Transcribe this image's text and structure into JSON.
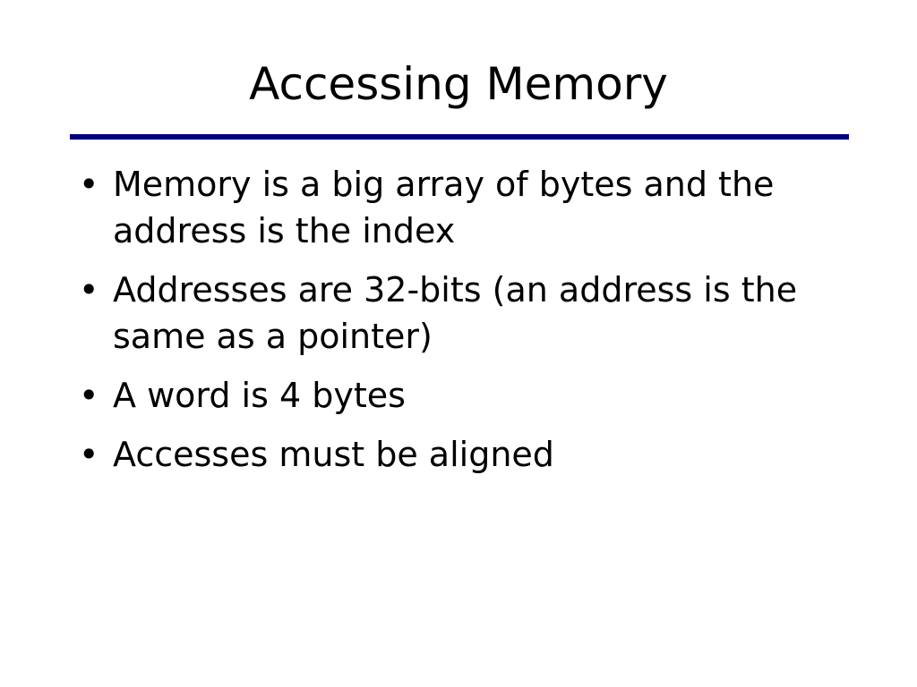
{
  "slide": {
    "title": "Accessing Memory",
    "rule_color": "#000080",
    "bullets": [
      {
        "marker": "•",
        "text": "Memory is a big array of bytes and the address is the index"
      },
      {
        "marker": "•",
        "text": "Addresses are 32-bits (an address is the same as a pointer)"
      },
      {
        "marker": "•",
        "text": "A word is 4 bytes"
      },
      {
        "marker": "•",
        "text": "Accesses must be aligned"
      }
    ]
  }
}
